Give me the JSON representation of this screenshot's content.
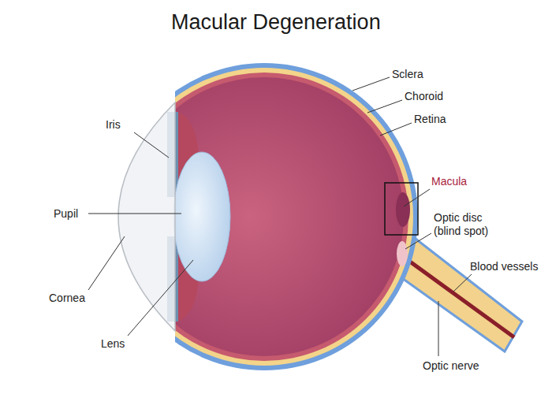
{
  "diagram": {
    "title": "Macular Degeneration",
    "labels": [
      "Sclera",
      "Choroid",
      "Retina",
      "Iris",
      "Macula",
      "Pupil",
      "Optic disc (blind spot)",
      "Blood vessels",
      "Cornea",
      "Lens",
      "Optic nerve"
    ]
  }
}
